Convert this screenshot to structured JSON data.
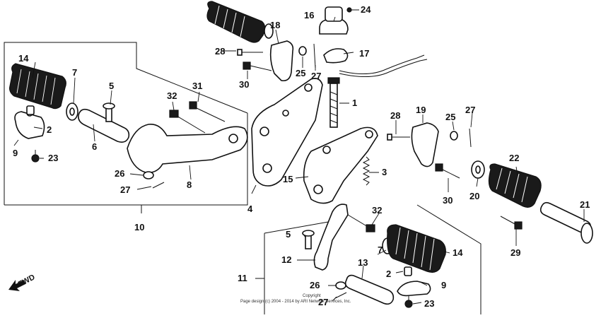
{
  "labels": {
    "p1": "1",
    "p2a": "2",
    "p2b": "2",
    "p3": "3",
    "p4": "4",
    "p5a": "5",
    "p5b": "5",
    "p6": "6",
    "p7a": "7",
    "p7b": "7",
    "p8": "8",
    "p9a": "9",
    "p9b": "9",
    "p10": "10",
    "p11": "11",
    "p12": "12",
    "p13": "13",
    "p14a": "14",
    "p14b": "14",
    "p15": "15",
    "p16": "16",
    "p17": "17",
    "p18": "18",
    "p19": "19",
    "p20": "20",
    "p21": "21",
    "p22": "22",
    "p23a": "23",
    "p23b": "23",
    "p24": "24",
    "p25a": "25",
    "p25b": "25",
    "p26a": "26",
    "p26b": "26",
    "p27a": "27",
    "p27b": "27",
    "p27c": "27",
    "p27d": "27",
    "p28a": "28",
    "p28b": "28",
    "p29": "29",
    "p30a": "30",
    "p30b": "30",
    "p31": "31",
    "p32a": "32",
    "p32b": "32"
  },
  "fwd": "FWD",
  "copyright": {
    "line1": "Copyright",
    "line2": "Page design (c) 2004 - 2014 by ARI Network Services, Inc."
  }
}
